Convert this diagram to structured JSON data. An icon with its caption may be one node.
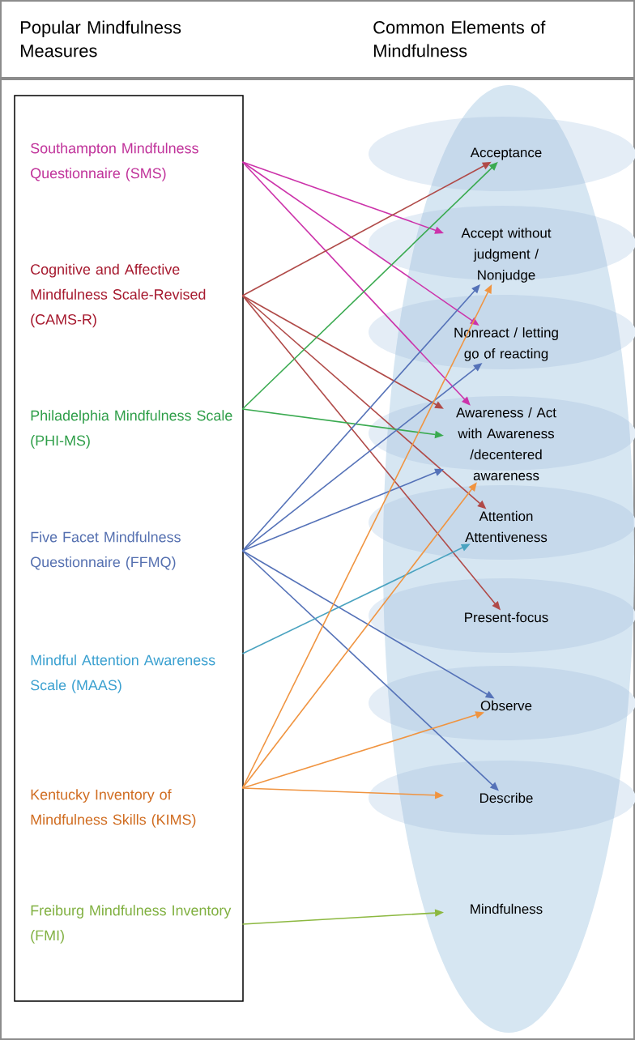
{
  "diagram": {
    "nodes": [
      {
        "text": [
          "Southampton Mindfulness Questionnaire (SMS)"
        ]
      },
      {
        "text": [
          "Cognitive and Affective Mindfulness Scale-Revised (CAMS-R)"
        ]
      },
      {
        "text": [
          "Philadelphia Mindfulness Scale (PHI-MS)"
        ]
      },
      {
        "text": [
          "Five Facet Mindfulness Questionnaire (FFMQ)"
        ]
      },
      {
        "text": [
          "Mindful Attention Awareness Scale (MAAS)"
        ]
      },
      {
        "text": [
          "Kentucky Inventory of Mindfulness Skills (KIMS)"
        ]
      },
      {
        "text": [
          "Freiburg Mindfulness Inventory (FMI)"
        ]
      },
      {
        "text": [
          "Acceptance"
        ]
      },
      {
        "text": [
          "Accept without judgment / Nonjudge"
        ]
      },
      {
        "text": [
          "Nonreact / letting go of reacting"
        ]
      },
      {
        "text": [
          "Awareness / Act with Awareness /decentered awareness"
        ]
      },
      {
        "text": [
          "Attention Attentiveness"
        ]
      },
      {
        "text": [
          "Present-focus"
        ]
      },
      {
        "text": [
          "Observe"
        ]
      },
      {
        "text": [
          "Describe"
        ]
      },
      {
        "text": [
          "Mindfulness"
        ]
      }
    ],
    "edges": [
      {
        "from": 0,
        "to": 8,
        "arrow": "to",
        "color": "#cc33aa"
      },
      {
        "from": 0,
        "to": 9,
        "arrow": "to",
        "color": "#cc33aa"
      },
      {
        "from": 0,
        "to": 10,
        "arrow": "to",
        "color": "#cc33aa"
      },
      {
        "from": 1,
        "to": 7,
        "arrow": "to",
        "color": "#b04a48"
      },
      {
        "from": 1,
        "to": 10,
        "arrow": "to",
        "color": "#b04a48"
      },
      {
        "from": 1,
        "to": 11,
        "arrow": "to",
        "color": "#b04a48"
      },
      {
        "from": 1,
        "to": 12,
        "arrow": "to",
        "color": "#b04a48"
      },
      {
        "from": 2,
        "to": 7,
        "arrow": "to",
        "color": "#3aaa50"
      },
      {
        "from": 2,
        "to": 10,
        "arrow": "to",
        "color": "#3aaa50"
      },
      {
        "from": 3,
        "to": 8,
        "arrow": "to",
        "color": "#5572b8"
      },
      {
        "from": 3,
        "to": 9,
        "arrow": "to",
        "color": "#5572b8"
      },
      {
        "from": 3,
        "to": 10,
        "arrow": "to",
        "color": "#5572b8"
      },
      {
        "from": 3,
        "to": 13,
        "arrow": "to",
        "color": "#5572b8"
      },
      {
        "from": 3,
        "to": 14,
        "arrow": "to",
        "color": "#5572b8"
      },
      {
        "from": 4,
        "to": 11,
        "arrow": "to",
        "color": "#4aa3c0"
      },
      {
        "from": 5,
        "to": 8,
        "arrow": "to",
        "color": "#f09440"
      },
      {
        "from": 5,
        "to": 10,
        "arrow": "to",
        "color": "#f09440"
      },
      {
        "from": 5,
        "to": 13,
        "arrow": "to",
        "color": "#f09440"
      },
      {
        "from": 5,
        "to": 14,
        "arrow": "to",
        "color": "#f09440"
      },
      {
        "from": 6,
        "to": 15,
        "arrow": "to",
        "color": "#8cb840"
      }
    ],
    "labels": [
      "Popular Mindfulness Measures",
      "Common Elements of Mindfulness"
    ]
  }
}
